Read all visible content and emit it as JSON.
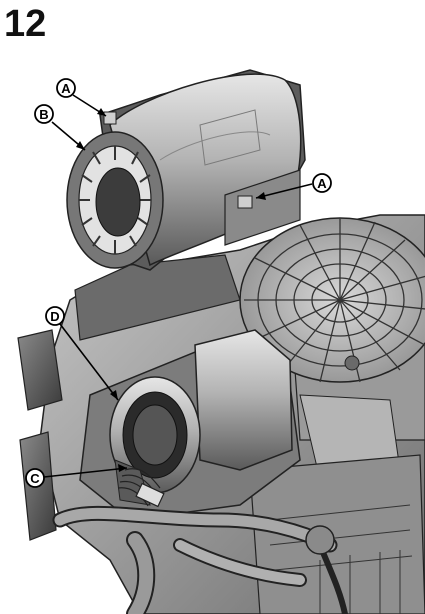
{
  "figure": {
    "step_number": "12"
  },
  "callouts": [
    {
      "id": "a-top",
      "letter": "A"
    },
    {
      "id": "b",
      "letter": "B"
    },
    {
      "id": "a-right",
      "letter": "A"
    },
    {
      "id": "d",
      "letter": "D"
    },
    {
      "id": "c",
      "letter": "C"
    }
  ]
}
